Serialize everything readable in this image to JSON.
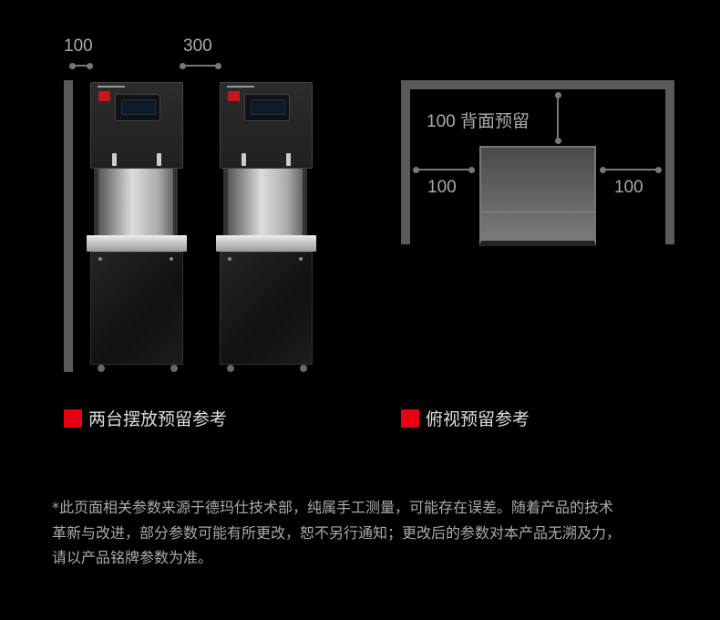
{
  "front_view": {
    "wall_gap_label": "100",
    "between_gap_label": "300",
    "caption": "两台摆放预留参考"
  },
  "top_view": {
    "back_label": "100 背面预留",
    "left_label": "100",
    "right_label": "100",
    "caption": "俯视预留参考"
  },
  "footnote": {
    "lines": [
      "*此页面相关参数来源于德玛仕技术部，纯属手工测量，可能存在误差。随着产品的技术",
      " 革新与改进，部分参数可能有所更改，恕不另行通知；更改后的参数对本产品无溯及力，",
      " 请以产品铭牌参数为准。"
    ]
  },
  "colors": {
    "accent": "#e60012",
    "background": "#000000",
    "wall": "#5a5a5a"
  }
}
